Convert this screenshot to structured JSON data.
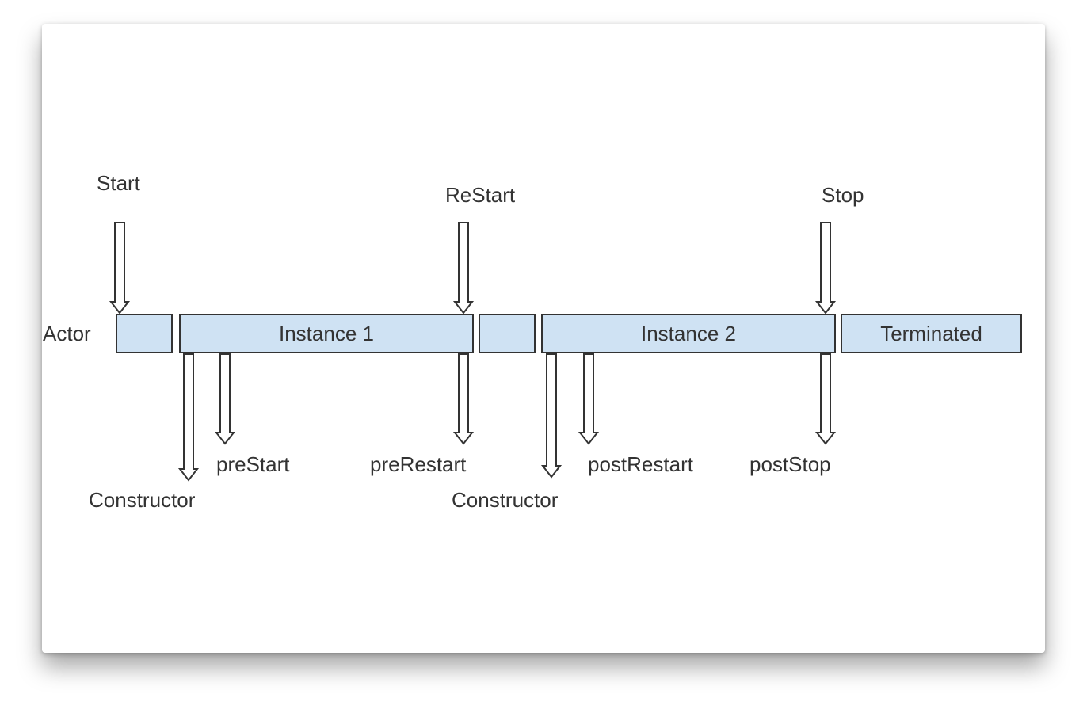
{
  "events": {
    "start": "Start",
    "restart": "ReStart",
    "stop": "Stop"
  },
  "row_label": "Actor",
  "boxes": {
    "instance1": "Instance 1",
    "instance2": "Instance 2",
    "terminated": "Terminated"
  },
  "hooks": {
    "constructor1": "Constructor",
    "prestart": "preStart",
    "prerestart": "preRestart",
    "constructor2": "Constructor",
    "postrestart": "postRestart",
    "poststop": "postStop"
  },
  "colors": {
    "box_fill": "#cfe2f3",
    "stroke": "#333333",
    "arrow_fill": "#ffffff"
  }
}
